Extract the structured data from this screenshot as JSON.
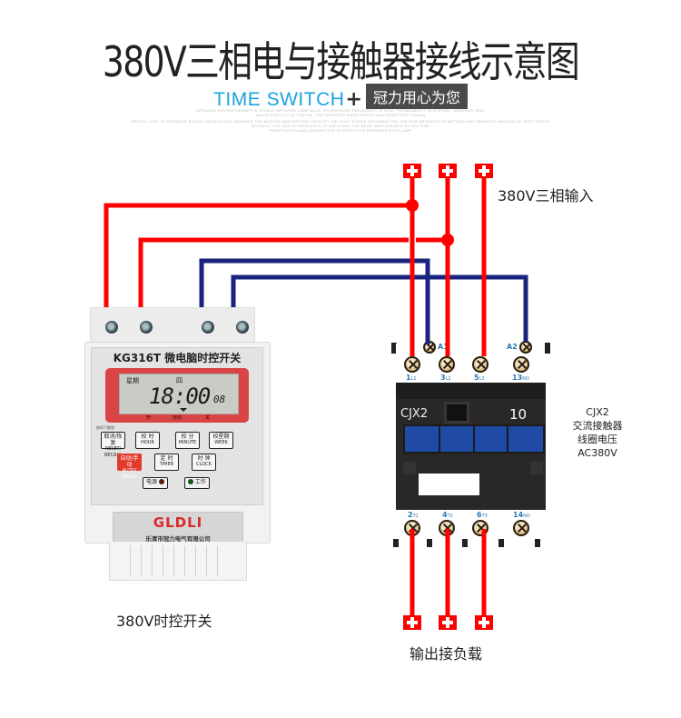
{
  "header": {
    "title": "380V三相电与接触器接线示意图",
    "subtitle_en": "TIME SWITCH",
    "subtitle_plus": "+",
    "subtitle_cn": "冠力用心为您",
    "fine_print": [
      "INFRARED PHYSIOTHERAPY IS VISIBLE INFRARED LAMP BULB, ITS EMISSION FREQUENCY IS HIGH, PERMEABILITY IS STRONG, INFRARED HEAT",
      "VALUE STRICTLY AT 1000 NA, THE INFRARED WAVELENGTH CAN PENETRATE HUMAN",
      "DEEPLY, JUST TO PROMOTE BLOOD CIRCULATION, ENHANCE THE MUSCLE ABSORPTION CAPACITY, OF JOINT TISSUE INFLAMMATION, RELIEVE ARTHRITIS SYMPTOMS AND PROMOTE HEALING OF SOFT TISSUE",
      "INJURIES, THE USE OF PRODUCTS OF MATCHING THE BULB, REPLACEABLE AT ANY TIME",
      "PENETRATION AND ABSORPTION OF EFFECTIVE INFRARED RAYS LAMP"
    ]
  },
  "labels": {
    "three_phase_input": "380V三相输入",
    "timer_caption": "380V时控开关",
    "output_load": "输出接负载",
    "contactor_desc": [
      "CJX2",
      "交流接触器",
      "线圈电压",
      "AC380V"
    ]
  },
  "timer": {
    "model": "KG316T  微电脑时控开关",
    "lcd": {
      "week_label": "星期",
      "day": "四",
      "time": "18:00",
      "seconds": "08",
      "modes": [
        "开",
        "自动",
        "关"
      ]
    },
    "press_hint": "按四下解锁",
    "buttons": [
      {
        "cn": "取消/恢复",
        "en": "RESET/ RECALL"
      },
      {
        "cn": "校 时",
        "en": "HOUR"
      },
      {
        "cn": "校 分",
        "en": "MINUTE"
      },
      {
        "cn": "校星期",
        "en": "WEEK"
      },
      {
        "cn": "自动/手动",
        "en": "AUTO/ MANU"
      },
      {
        "cn": "定 时",
        "en": "TIMER"
      },
      {
        "cn": "时 钟",
        "en": "CLOCK"
      }
    ],
    "indicators": [
      {
        "label": "电源",
        "color": "#5a1a10"
      },
      {
        "label": "工作",
        "color": "#0d5a1a"
      }
    ],
    "brand": "GLDLI",
    "company": "乐清市冠力电气有限公司"
  },
  "contactor": {
    "model": "CJX2",
    "rating": "10",
    "coil_terminals": [
      {
        "label": "A1"
      },
      {
        "label": "A2"
      }
    ],
    "top_terminals": [
      {
        "num": "1",
        "sub": "L1"
      },
      {
        "num": "3",
        "sub": "L2"
      },
      {
        "num": "5",
        "sub": "L3"
      },
      {
        "num": "13",
        "sub": "NO"
      }
    ],
    "bottom_terminals": [
      {
        "num": "2",
        "sub": "T1"
      },
      {
        "num": "4",
        "sub": "T2"
      },
      {
        "num": "6",
        "sub": "T3"
      },
      {
        "num": "14",
        "sub": "NO"
      }
    ]
  },
  "colors": {
    "phase_wire": "#ff0000",
    "coil_wire": "#1a237e",
    "title_accent": "#1aa3e0"
  }
}
